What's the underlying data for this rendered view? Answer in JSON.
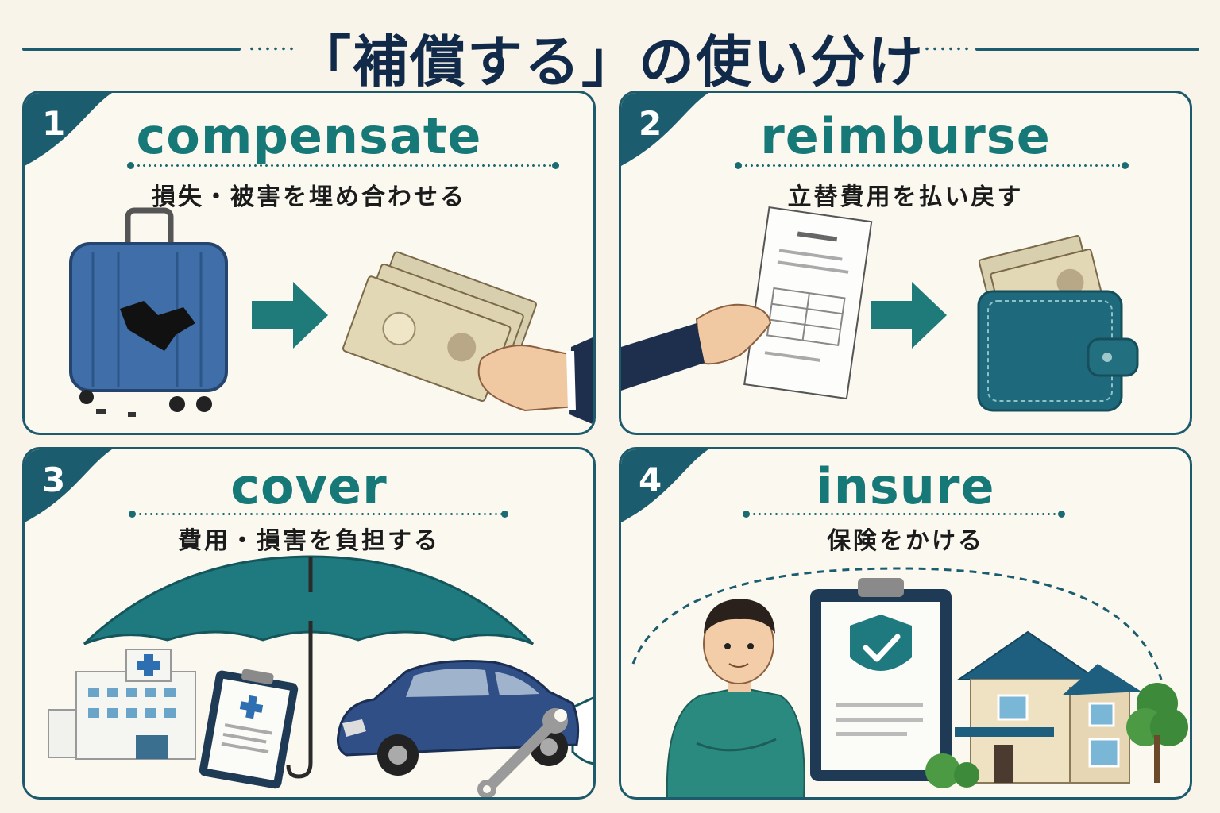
{
  "title": "「補償する」の使い分け",
  "colors": {
    "accent": "#177878",
    "navy": "#122a4a",
    "border": "#1d5a6c"
  },
  "panels": [
    {
      "number": "1",
      "word": "compensate",
      "meaning": "損失・被害を埋め合わせる",
      "icons": [
        "broken-suitcase-icon",
        "arrow-right-icon",
        "yen-banknotes-icon",
        "hand-icon"
      ]
    },
    {
      "number": "2",
      "word": "reimburse",
      "meaning": "立替費用を払い戻す",
      "icons": [
        "receipt-icon",
        "hand-icon",
        "arrow-right-icon",
        "wallet-icon",
        "yen-banknotes-icon"
      ]
    },
    {
      "number": "3",
      "word": "cover",
      "meaning": "費用・損害を負担する",
      "icons": [
        "umbrella-shield-icon",
        "hospital-icon",
        "clipboard-medical-icon",
        "damaged-car-icon",
        "wrench-icon"
      ]
    },
    {
      "number": "4",
      "word": "insure",
      "meaning": "保険をかける",
      "icons": [
        "person-icon",
        "clipboard-shield-icon",
        "house-icon",
        "tree-icon"
      ]
    }
  ]
}
